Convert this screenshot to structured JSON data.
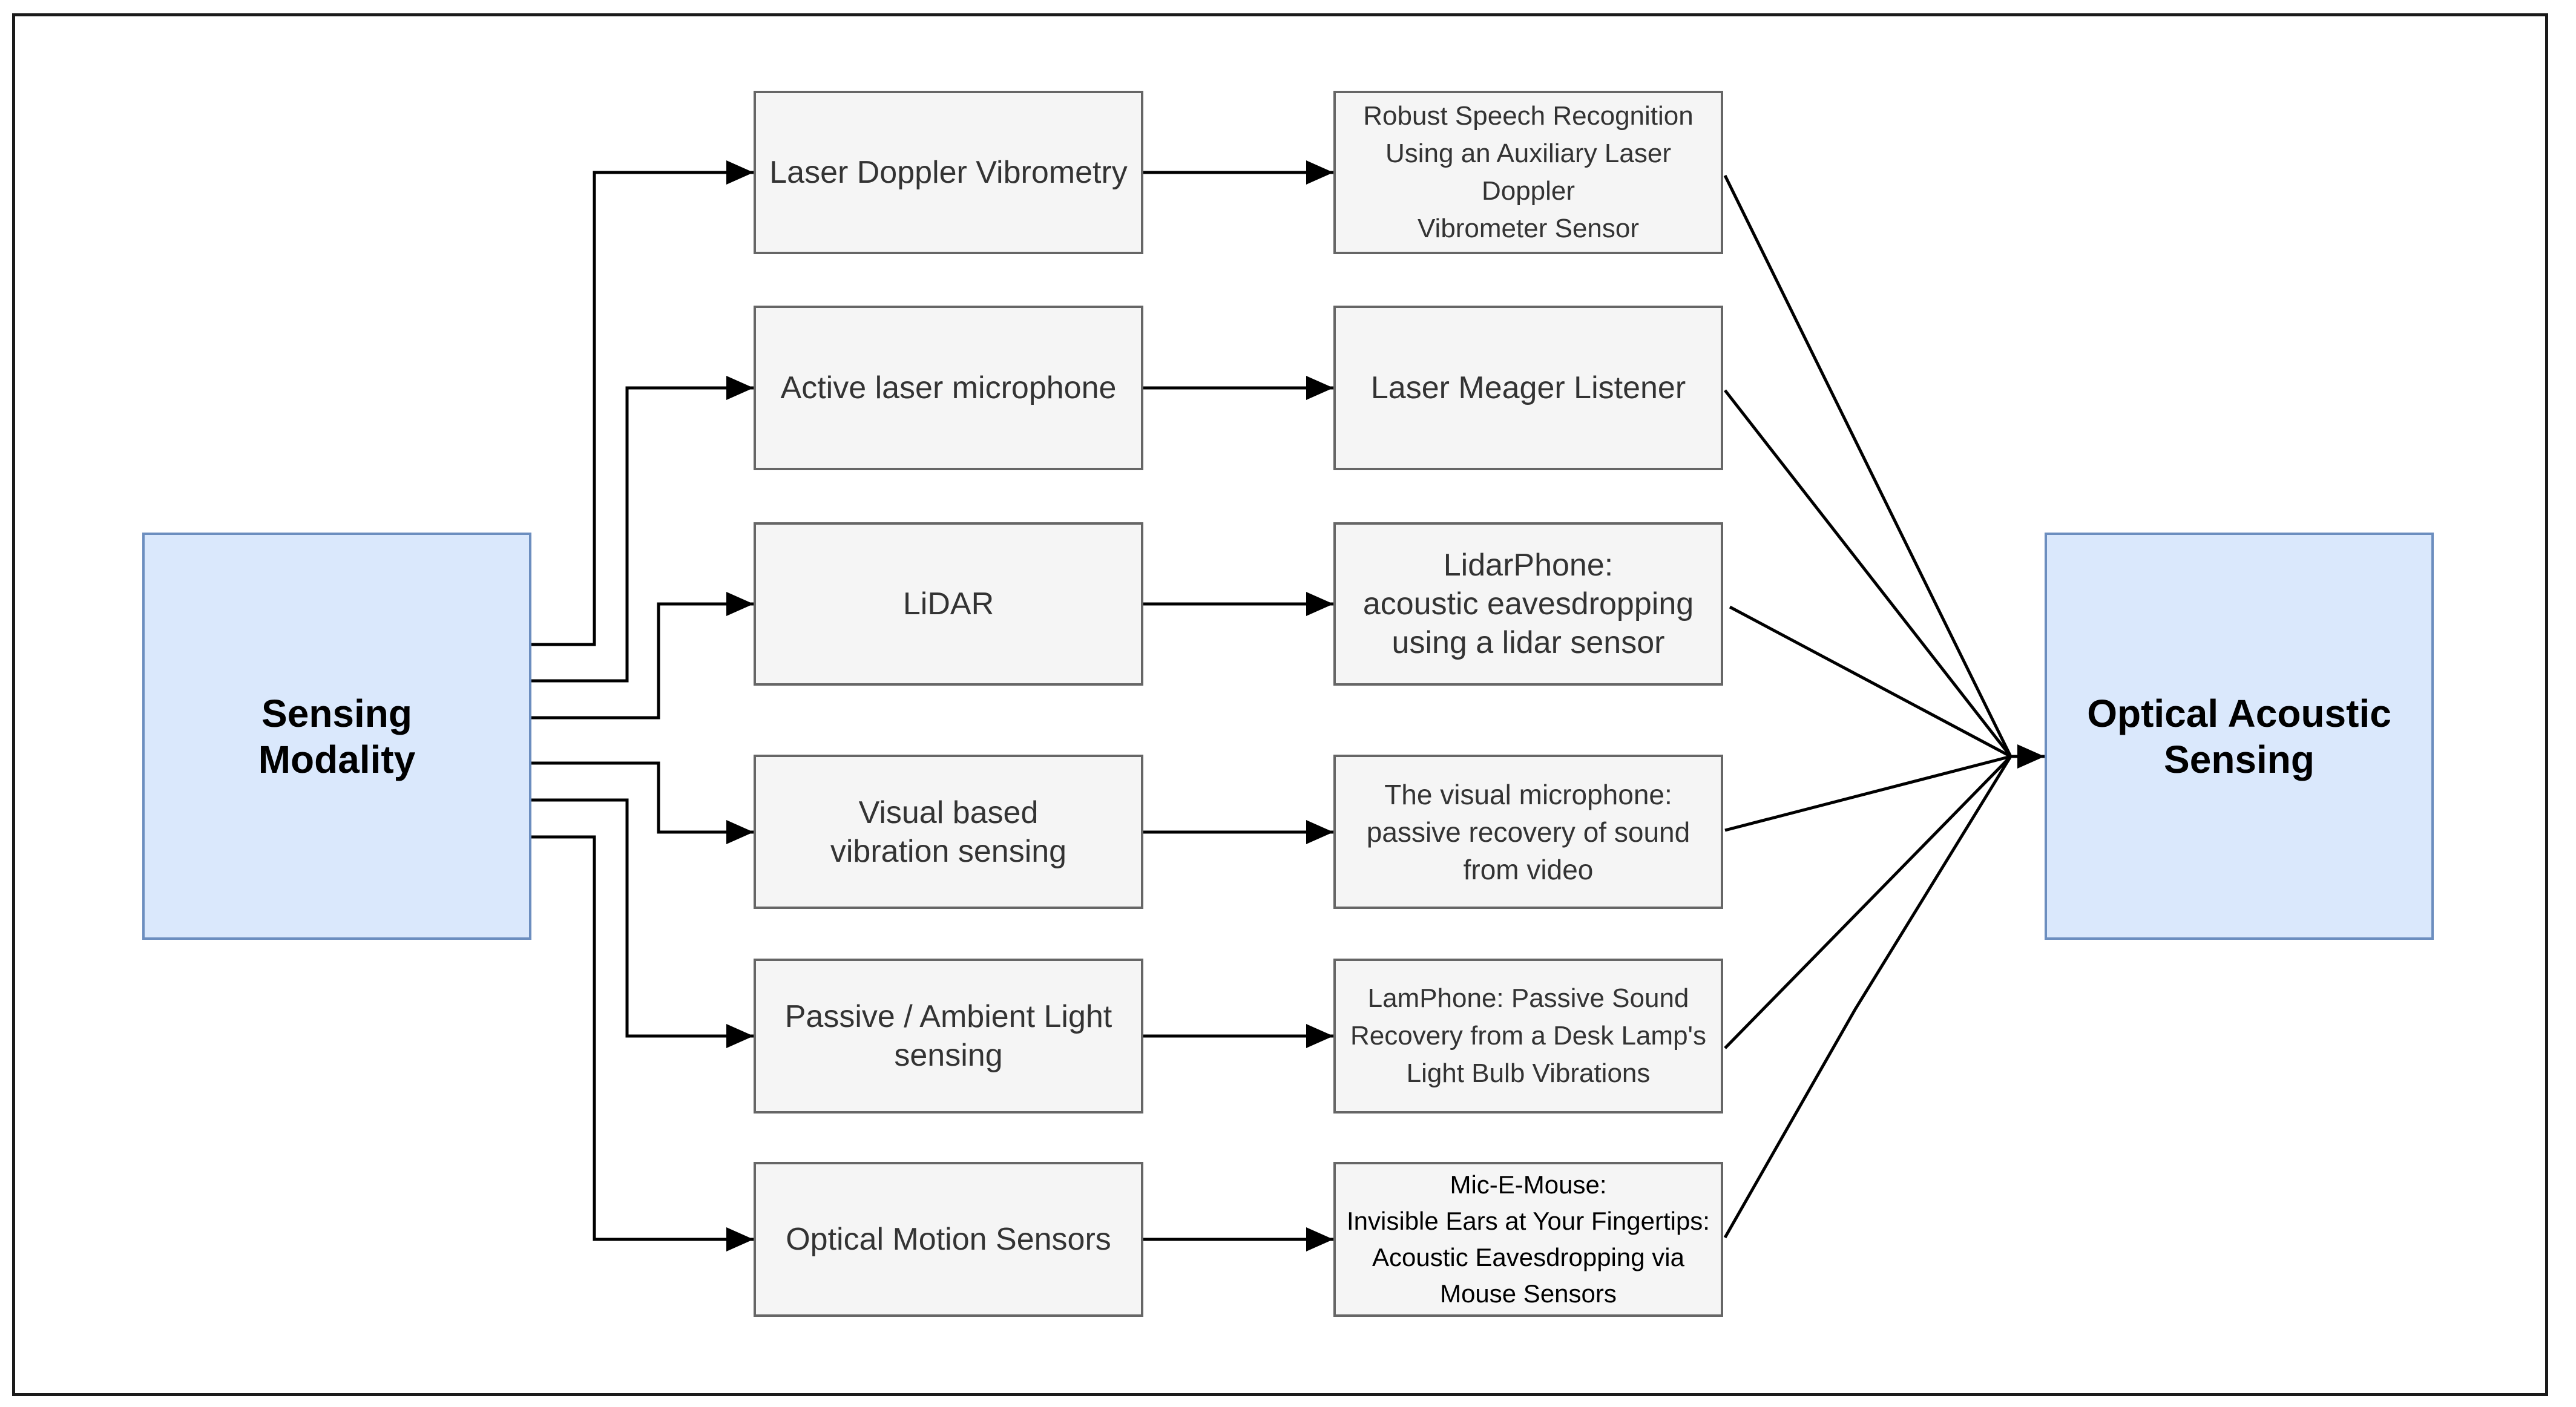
{
  "hubs": {
    "source": "Sensing\nModality",
    "target": "Optical Acoustic\nSensing"
  },
  "techniques": [
    "Laser Doppler Vibrometry",
    "Active laser microphone",
    "LiDAR",
    "Visual based\nvibration sensing",
    "Passive / Ambient Light\nsensing",
    "Optical Motion Sensors"
  ],
  "works": [
    "Robust Speech Recognition\nUsing an Auxiliary Laser Doppler\nVibrometer Sensor",
    "Laser Meager Listener",
    "LidarPhone:\nacoustic eavesdropping\nusing a lidar sensor",
    "The visual microphone:\npassive recovery of sound\nfrom video",
    "LamPhone: Passive Sound\nRecovery from a Desk Lamp's\nLight Bulb Vibrations",
    "Mic-E-Mouse:\nInvisible Ears at Your Fingertips:\nAcoustic Eavesdropping via\nMouse Sensors"
  ],
  "colors": {
    "hub_fill": "#dae8fc",
    "hub_stroke": "#6c8ebf",
    "node_fill": "#f5f5f5",
    "node_stroke": "#666666",
    "edge": "#000000"
  }
}
